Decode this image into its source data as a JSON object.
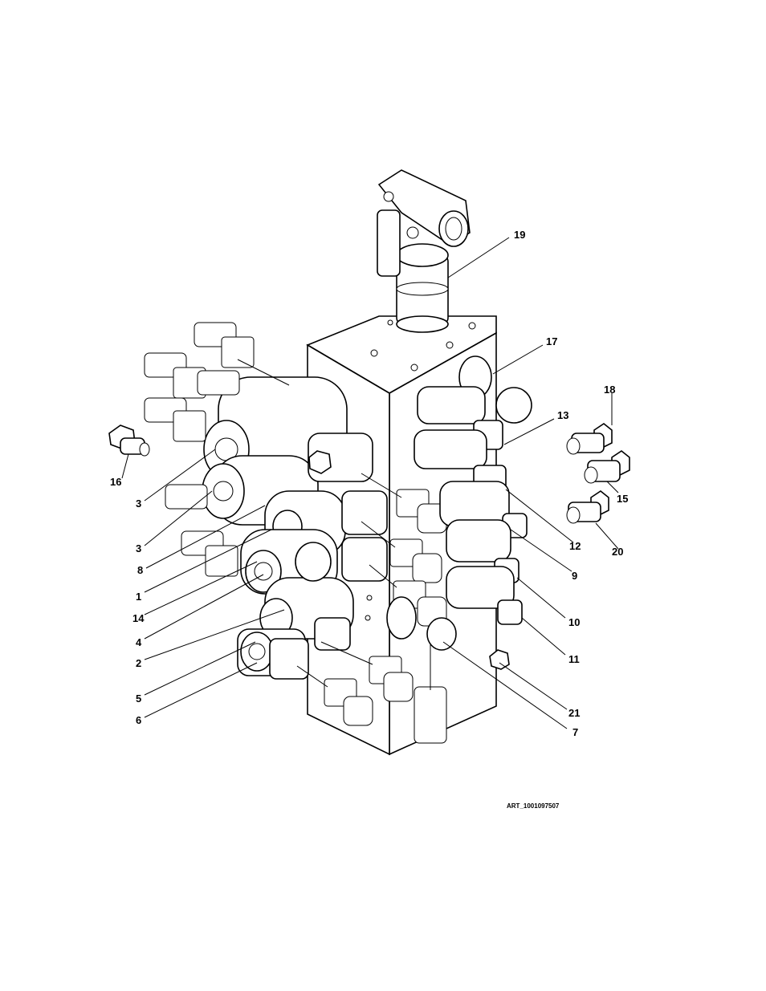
{
  "callouts": {
    "c19": "19",
    "c17": "17",
    "c18": "18",
    "c13": "13",
    "c16": "16",
    "c15": "15",
    "c3a": "3",
    "c3b": "3",
    "c12": "12",
    "c20": "20",
    "c8": "8",
    "c9": "9",
    "c1": "1",
    "c14": "14",
    "c10": "10",
    "c4": "4",
    "c2": "2",
    "c11": "11",
    "c5": "5",
    "c21": "21",
    "c6": "6",
    "c7": "7"
  },
  "art_id": "ART_1001097507"
}
